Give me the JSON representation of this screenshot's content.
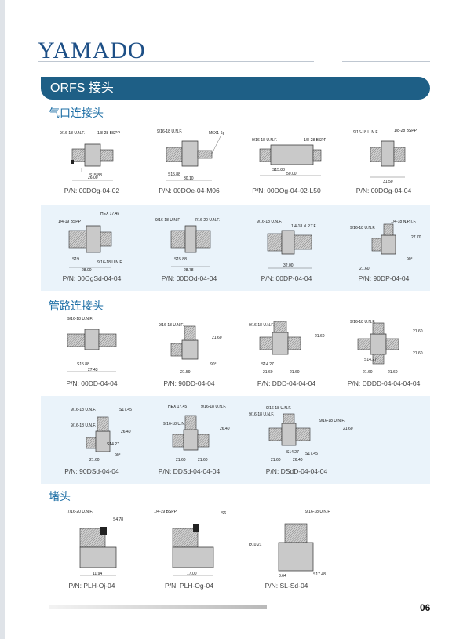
{
  "brand": "YAMADO",
  "banner_title": "ORFS 接头",
  "sections": {
    "pneumatic": "气口连接头",
    "tube": "管路连接头",
    "plug": "堵头"
  },
  "page_number": "06",
  "parts": {
    "r1": [
      {
        "pn": "P/N: 00DOg-04-02",
        "labels": [
          "9/16-18 U.N.F.",
          "1/8-28 BSPP",
          "S15.88",
          "26.00"
        ]
      },
      {
        "pn": "P/N: 00DOe-04-M06",
        "labels": [
          "9/16-18 U.N.F.",
          "M6X1-6g",
          "S15.88",
          "30.10"
        ]
      },
      {
        "pn": "P/N: 00DOg-04-02-L50",
        "labels": [
          "9/16-18 U.N.F.",
          "1/8-28 BSPP",
          "S15.88",
          "50.00"
        ]
      },
      {
        "pn": "P/N: 00DOg-04-04",
        "labels": [
          "9/16-18 U.N.F.",
          "1/8-28 BSPP",
          "31.50"
        ]
      }
    ],
    "r2": [
      {
        "pn": "P/N: 00OgSd-04-04",
        "labels": [
          "1/4-19 BSPP",
          "HEX 17.45",
          "S19",
          "9/16-18 U.N.F.",
          "28.00"
        ]
      },
      {
        "pn": "P/N: 00DOd-04-04",
        "labels": [
          "9/16-18 U.N.F.",
          "7/16-20 U.N.F.",
          "S15.88",
          "28.78"
        ]
      },
      {
        "pn": "P/N: 00DP-04-04",
        "labels": [
          "9/16-18 U.N.F.",
          "1/4-18 N.P.T.F.",
          "32.00"
        ]
      },
      {
        "pn": "P/N: 90DP-04-04",
        "labels": [
          "9/16-18 U.N.F.",
          "1/4-18 N.P.T.F.",
          "27.70",
          "21.60",
          "90°"
        ]
      }
    ],
    "r3": [
      {
        "pn": "P/N: 00DD-04-04",
        "labels": [
          "9/16-18 U.N.F.",
          "S15.88",
          "27.43"
        ]
      },
      {
        "pn": "P/N: 90DD-04-04",
        "labels": [
          "9/16-18 U.N.F.",
          "21.60",
          "21.59",
          "90°"
        ]
      },
      {
        "pn": "P/N: DDD-04-04-04",
        "labels": [
          "9/16-18 U.N.F.",
          "21.60",
          "S14.27",
          "21.60",
          "21.60"
        ]
      },
      {
        "pn": "P/N: DDDD-04-04-04-04",
        "labels": [
          "9/16-18 U.N.F.",
          "21.60",
          "21.60",
          "S14.27",
          "21.60",
          "21.60"
        ]
      }
    ],
    "r4": [
      {
        "pn": "P/N: 90DSd-04-04",
        "labels": [
          "9/16-18 U.N.F.",
          "S17.45",
          "9/16-18 U.N.F.",
          "26.40",
          "S14.27",
          "21.60",
          "90°"
        ]
      },
      {
        "pn": "P/N: DDSd-04-04-04",
        "labels": [
          "HEX 17.45",
          "9/16-18 U.N.F.",
          "9/16-18 U.N.F.",
          "26.40",
          "21.60",
          "21.60"
        ]
      },
      {
        "pn": "P/N: DSdD-04-04-04",
        "labels": [
          "9/16-18 U.N.F.",
          "9/16-18 U.N.F.",
          "9/16-18 U.N.F.",
          "21.60",
          "S14.27",
          "S17.45",
          "21.60",
          "26.40"
        ]
      }
    ],
    "r5": [
      {
        "pn": "P/N: PLH-Oj-04",
        "labels": [
          "7/16-20 U.N.F.",
          "S4.78",
          "11.94"
        ]
      },
      {
        "pn": "P/N: PLH-Og-04",
        "labels": [
          "1/4-19 BSPP",
          "S6",
          "17.00"
        ]
      },
      {
        "pn": "P/N: SL-Sd-04",
        "labels": [
          "9/16-18 U.N.F.",
          "Ø10.21",
          "S17.48",
          "8.64"
        ]
      }
    ]
  }
}
